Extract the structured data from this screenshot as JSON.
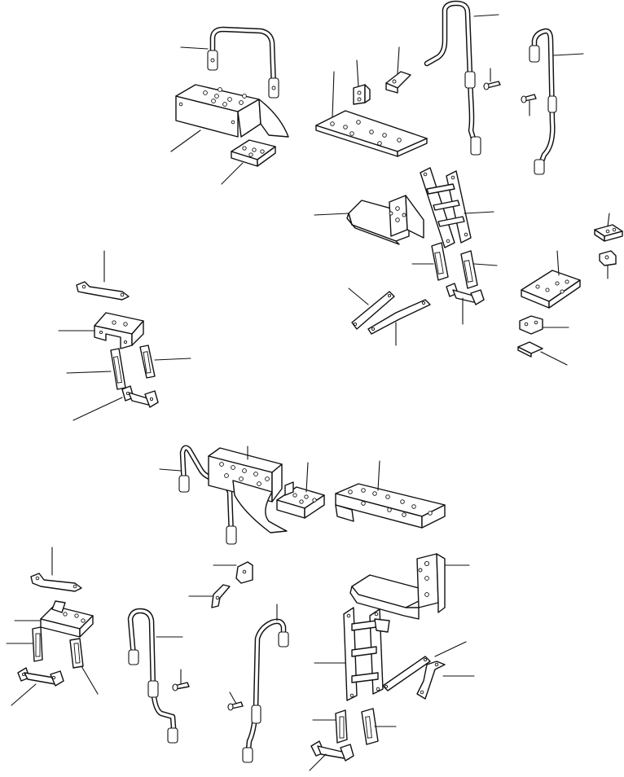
{
  "diagram": {
    "type": "exploded-parts-drawing",
    "text": [],
    "colors": {
      "ink": "#111111",
      "paper": "#ffffff"
    },
    "groups": [
      {
        "id": "upper-step-assembly",
        "parts": [
          "handrail-short",
          "battery-box",
          "step-bracket-small",
          "bracket-clip",
          "mounting-plate",
          "bracket-angle",
          "handrail-tall",
          "handrail-side",
          "pin-upper",
          "pin-lower",
          "ladder-frame",
          "ladder",
          "spacer-plate-left",
          "spacer-plate-right",
          "ladder-foot",
          "strut-straight",
          "strut-bent",
          "bracket-small-top",
          "bracket-small-mid",
          "step-plate-right",
          "bracket-angle-right",
          "wedge-block"
        ]
      },
      {
        "id": "left-step-assembly",
        "parts": [
          "rail-bracket",
          "bracket-block",
          "spacer-plate-a",
          "spacer-plate-b",
          "ladder-foot-left"
        ]
      },
      {
        "id": "lower-step-assembly",
        "parts": [
          "handrail-bent",
          "battery-box-lower",
          "step-bracket-lower",
          "mounting-plate-lower",
          "rail-bracket-lower",
          "bracket-block-lower",
          "spacer-lower-a",
          "spacer-lower-b",
          "ladder-foot-lower",
          "clip-a",
          "clip-b",
          "handrail-lower-tall",
          "handrail-lower-side",
          "pin-lower-a",
          "pin-lower-b",
          "ladder-frame-lower",
          "ladder-lower",
          "strut-lower",
          "bracket-lower-bent",
          "spacer-lower-c",
          "spacer-lower-d",
          "ladder-foot-lower-right"
        ]
      }
    ]
  }
}
